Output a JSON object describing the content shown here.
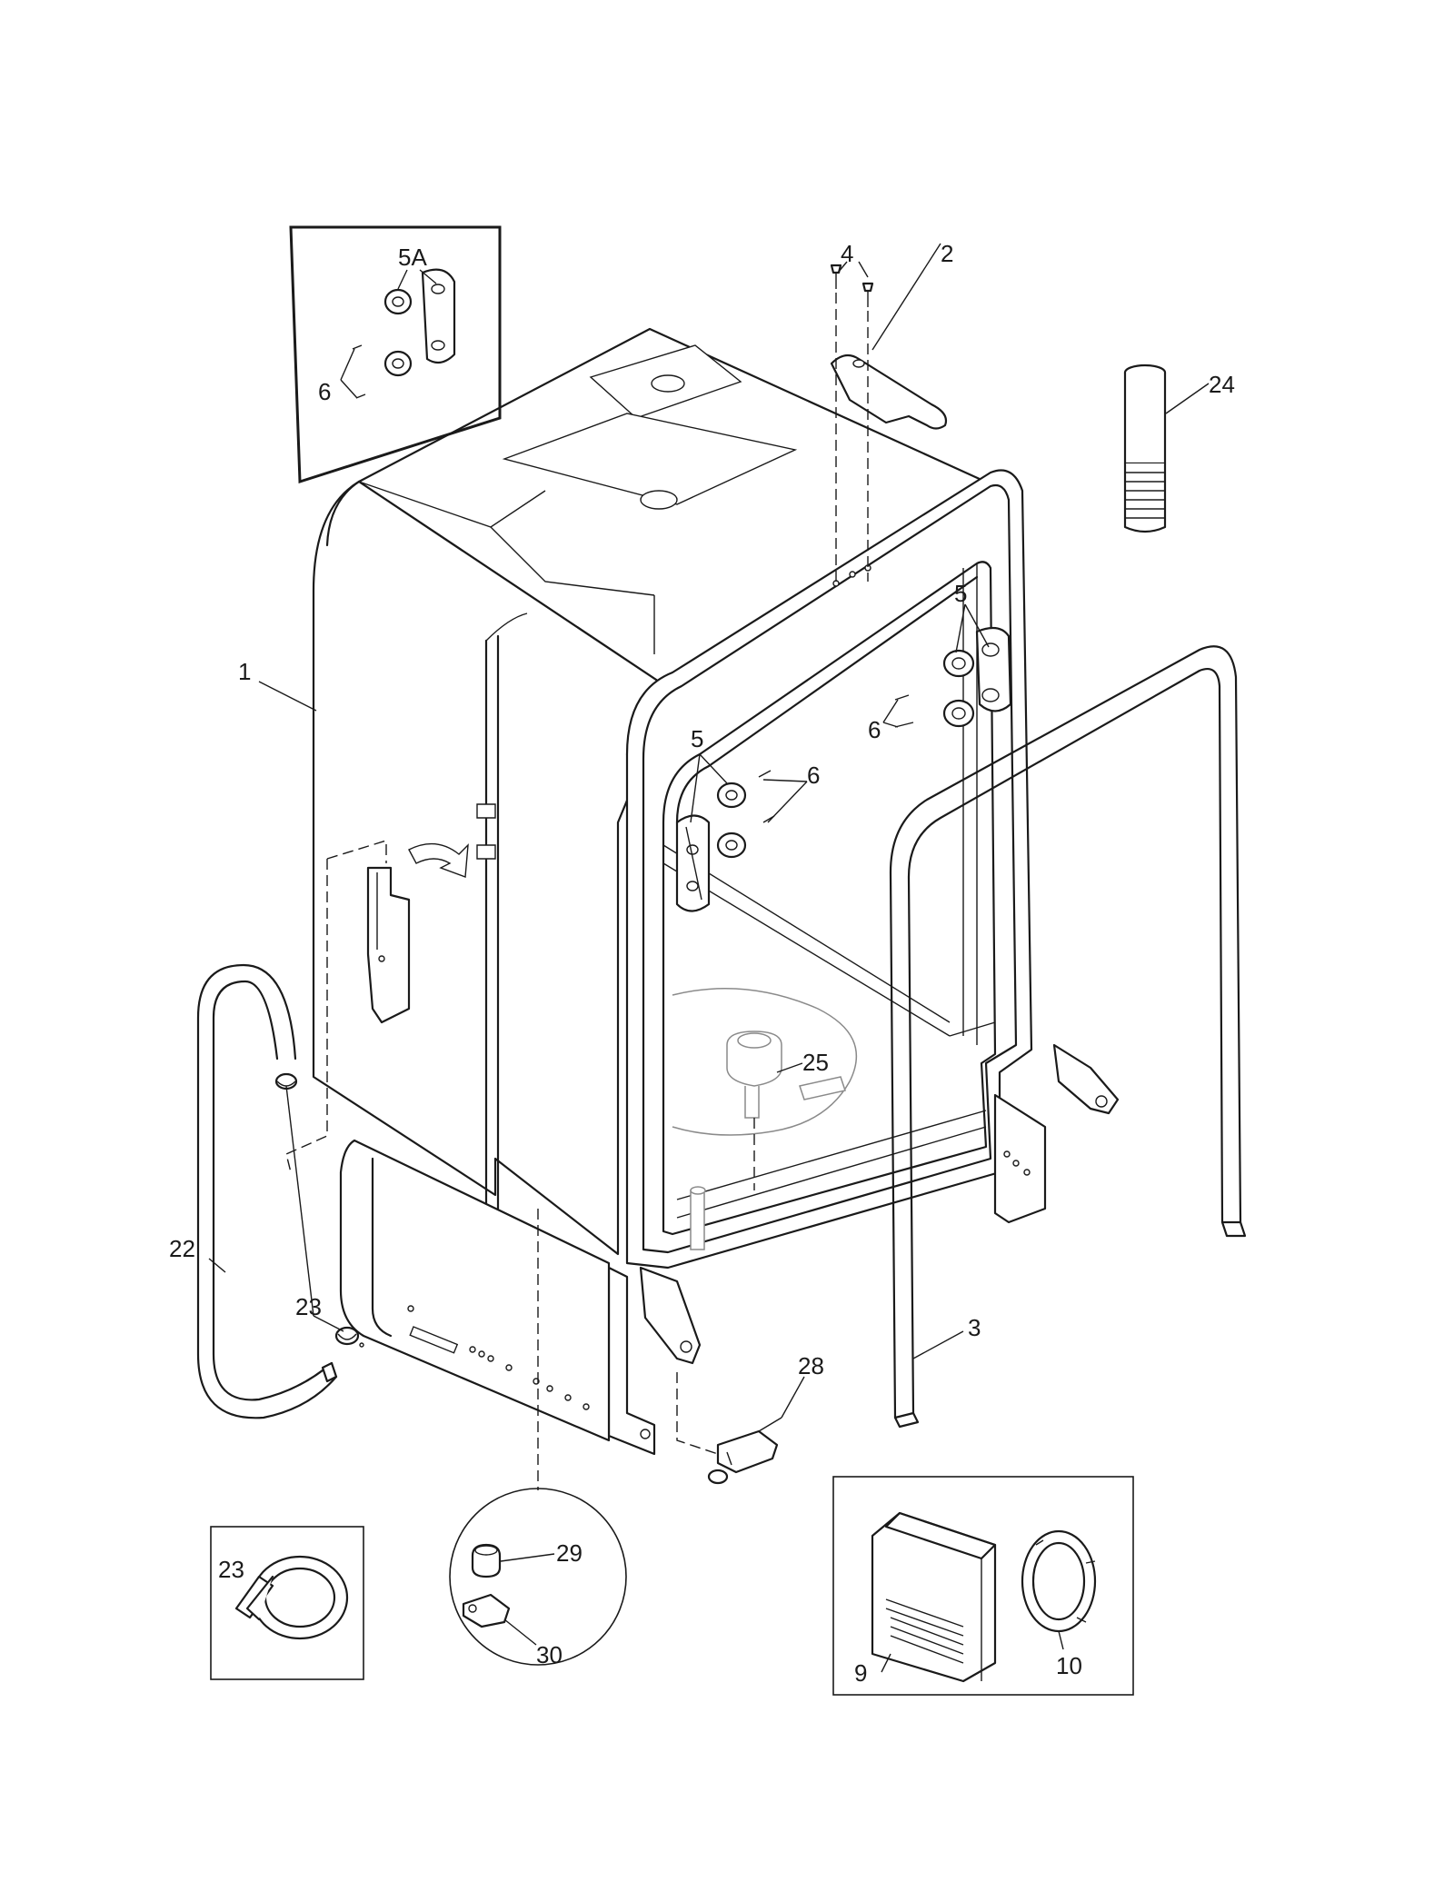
{
  "callouts": {
    "c1": "1",
    "c2": "2",
    "c3": "3",
    "c4": "4",
    "c5a": "5",
    "c5b": "5",
    "c5A": "5A",
    "c6a": "6",
    "c6b": "6",
    "c6c": "6",
    "c9": "9",
    "c10": "10",
    "c22": "22",
    "c23a": "23",
    "c23b": "23",
    "c24": "24",
    "c25": "25",
    "c28": "28",
    "c29": "29",
    "c30": "30"
  }
}
